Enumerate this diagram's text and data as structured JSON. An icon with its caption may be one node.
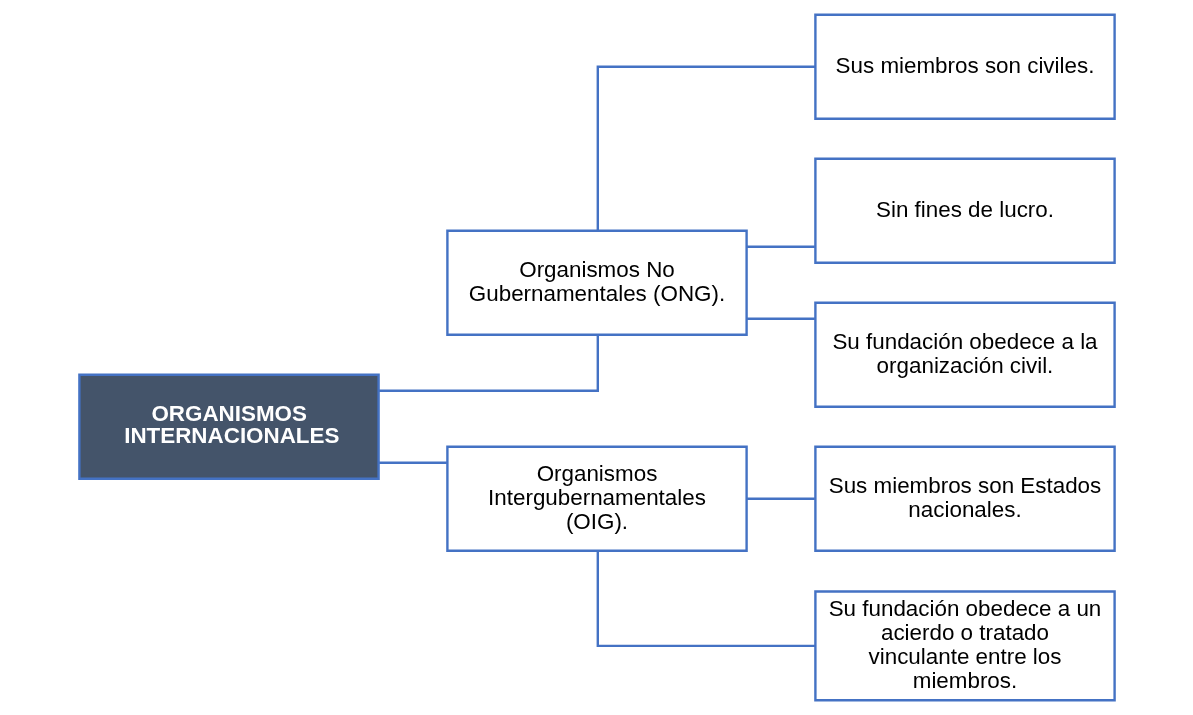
{
  "diagram": {
    "nodes": [
      {
        "text": [
          "ORGANISMOS INTERNACIONALES"
        ]
      },
      {
        "text": [
          "Organismos No Gubernamentales (ONG)."
        ]
      },
      {
        "text": [
          "Organismos Intergubernamentales (OIG)."
        ]
      },
      {
        "text": [
          "Sus miembros son civiles."
        ]
      },
      {
        "text": [
          "Sin fines de lucro."
        ]
      },
      {
        "text": [
          "Su fundación obedece a la organización civil."
        ]
      },
      {
        "text": [
          "Sus miembros son Estados nacionales."
        ]
      },
      {
        "text": [
          "Su fundación obedece a un acierdo o tratado vinculante entre los miembros."
        ]
      }
    ],
    "edges": [
      {
        "from": 0,
        "to": 1,
        "arrow": "none"
      },
      {
        "from": 0,
        "to": 2,
        "arrow": "none"
      },
      {
        "from": 1,
        "to": 3,
        "arrow": "none"
      },
      {
        "from": 1,
        "to": 4,
        "arrow": "none"
      },
      {
        "from": 1,
        "to": 5,
        "arrow": "none"
      },
      {
        "from": 2,
        "to": 6,
        "arrow": "none"
      },
      {
        "from": 2,
        "to": 7,
        "arrow": "none"
      }
    ]
  }
}
